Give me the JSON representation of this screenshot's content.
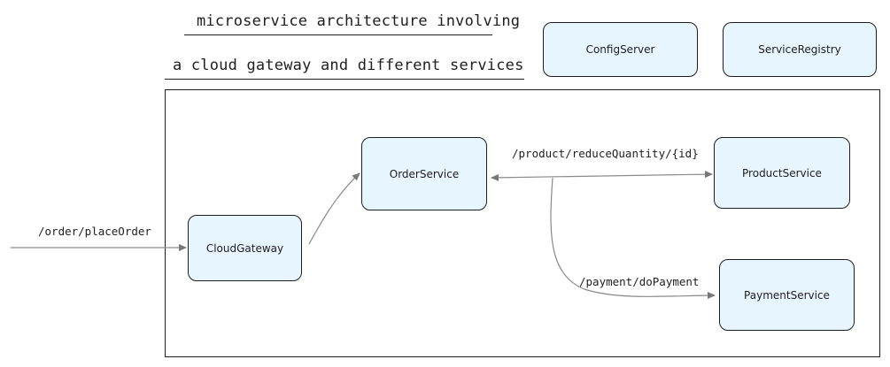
{
  "title": {
    "line1": "microservice architecture involving",
    "line2": "a cloud gateway and different services"
  },
  "nodes": {
    "config_server": "ConfigServer",
    "service_registry": "ServiceRegistry",
    "cloud_gateway": "CloudGateway",
    "order_service": "OrderService",
    "product_service": "ProductService",
    "payment_service": "PaymentService"
  },
  "edges": {
    "place_order": "/order/placeOrder",
    "reduce_quantity": "/product/reduceQuantity/{id}",
    "do_payment": "/payment/doPayment"
  },
  "colors": {
    "node_fill": "#e7f5ff",
    "stroke": "#1e1e1e",
    "arrow": "#8a8a8a"
  }
}
